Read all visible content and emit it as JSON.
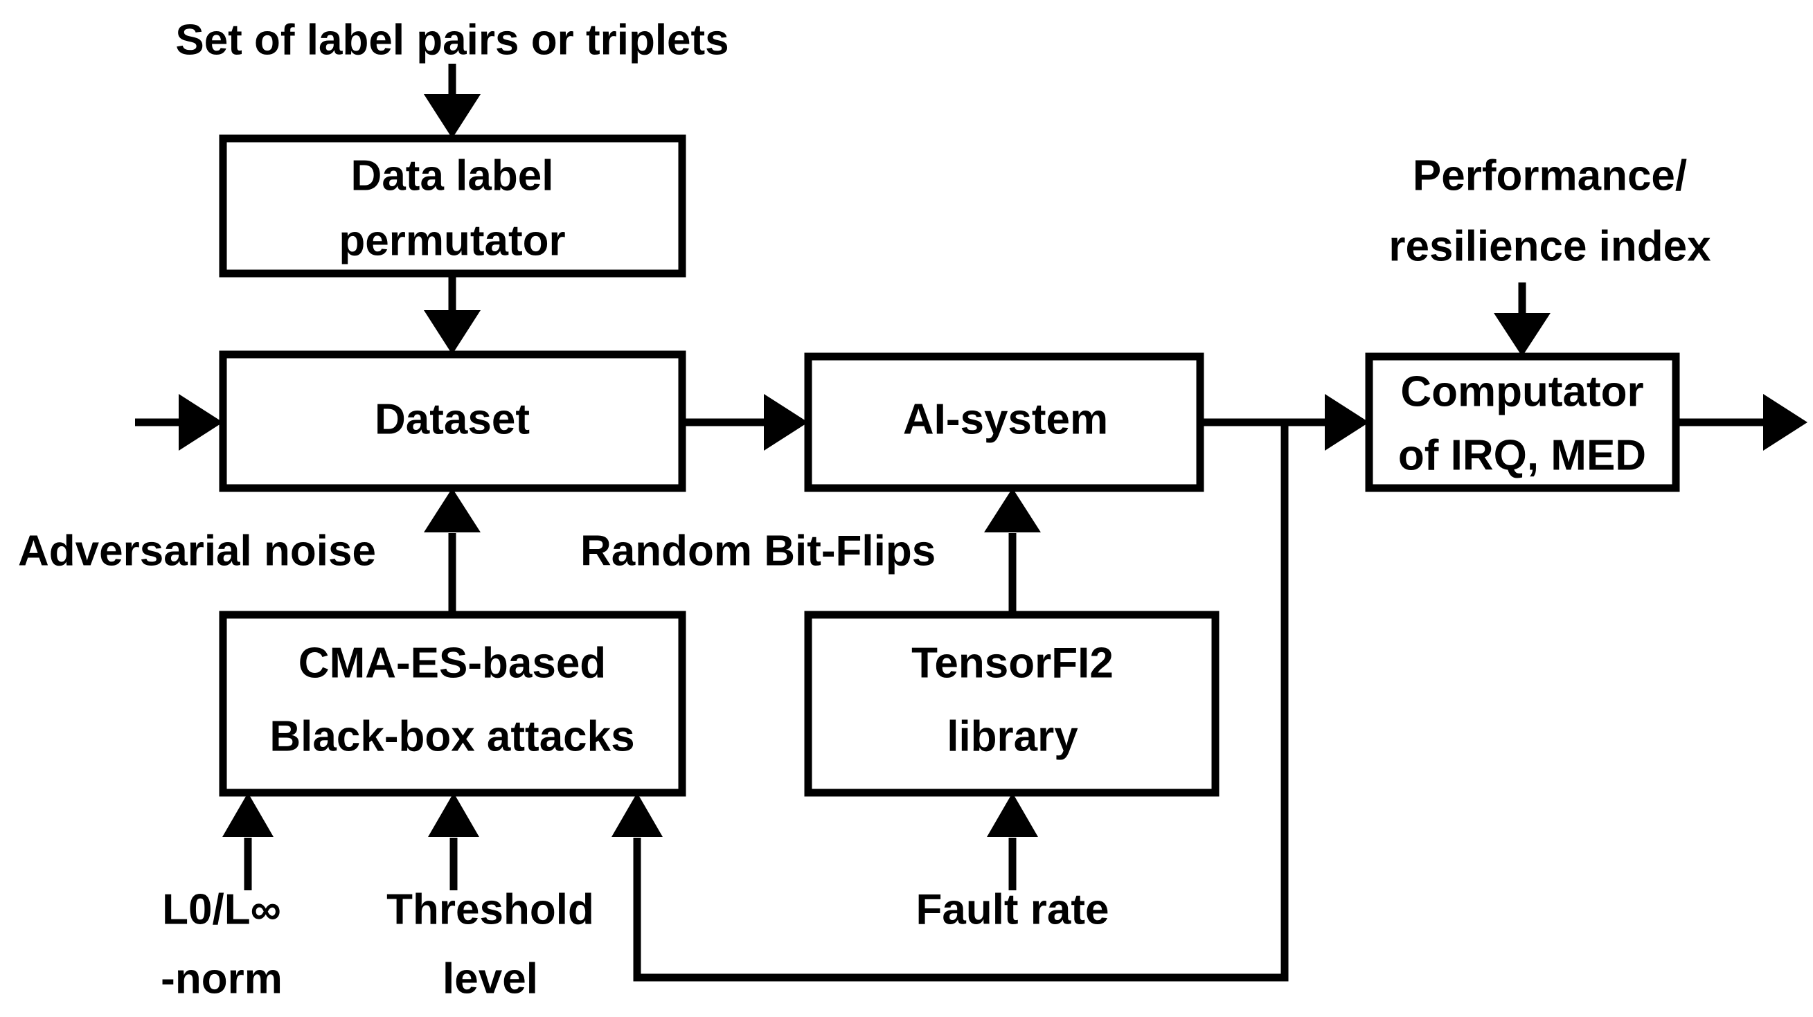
{
  "diagram": {
    "title": "AI-system resilience evaluation pipeline",
    "background_color": "#ffffff",
    "stroke_color": "#000000",
    "nodes": [
      {
        "id": "data_label_permutator",
        "line1": "Data label",
        "line2": "permutator"
      },
      {
        "id": "dataset",
        "line1": "Dataset",
        "line2": ""
      },
      {
        "id": "ai_system",
        "line1": "AI-system",
        "line2": ""
      },
      {
        "id": "computator",
        "line1": "Computator",
        "line2": "of  IRQ, MED"
      },
      {
        "id": "cma_es",
        "line1": "CMA-ES-based",
        "line2": "Black-box attacks"
      },
      {
        "id": "tensorfi2",
        "line1": "TensorFI2",
        "line2": "library"
      }
    ],
    "labels": [
      {
        "id": "set_of_label_pairs",
        "text": "Set of label pairs or triplets"
      },
      {
        "id": "performance_resilience_index_line1",
        "text": "Performance/"
      },
      {
        "id": "performance_resilience_index_line2",
        "text": "resilience index"
      },
      {
        "id": "adversarial_noise",
        "text": "Adversarial noise"
      },
      {
        "id": "random_bit_flips",
        "text": "Random Bit-Flips"
      },
      {
        "id": "l0_linf_norm_line1",
        "text": "L0/L∞"
      },
      {
        "id": "l0_linf_norm_line2",
        "text": "-norm"
      },
      {
        "id": "threshold_level_line1",
        "text": "Threshold"
      },
      {
        "id": "threshold_level_line2",
        "text": "level"
      },
      {
        "id": "fault_rate",
        "text": "Fault rate"
      }
    ]
  }
}
